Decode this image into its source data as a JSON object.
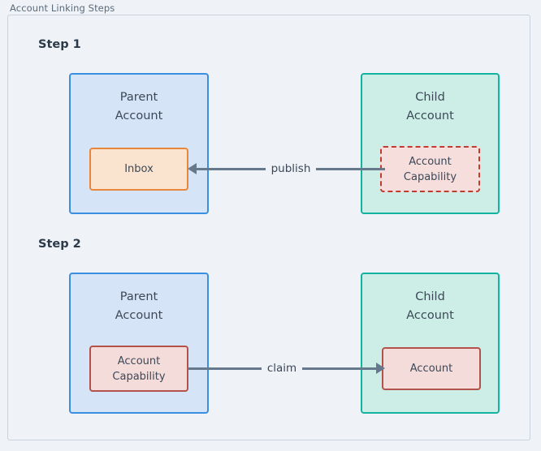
{
  "diagram": {
    "title": "Account Linking Steps",
    "background_color": "#eff2f6",
    "frame_color": "#c9d3dd",
    "steps": [
      {
        "label": "Step 1",
        "parent": {
          "title": "Parent\nAccount",
          "fill": "#d6e4f7",
          "stroke": "#3b8fe0",
          "inner": {
            "label": "Inbox",
            "fill": "#fae4cf",
            "stroke": "#e8873c",
            "stroke_style": "solid"
          }
        },
        "child": {
          "title": "Child\nAccount",
          "fill": "#cdeee7",
          "stroke": "#12b3a0",
          "inner": {
            "label": "Account\nCapability",
            "fill": "#f6dedc",
            "stroke": "#bf3c30",
            "stroke_style": "dashed"
          }
        },
        "edge": {
          "label": "publish",
          "direction": "right-to-left",
          "color": "#66788c"
        }
      },
      {
        "label": "Step 2",
        "parent": {
          "title": "Parent\nAccount",
          "fill": "#d6e4f7",
          "stroke": "#3b8fe0",
          "inner": {
            "label": "Account\nCapability",
            "fill": "#f4dcda",
            "stroke": "#b3514b",
            "stroke_style": "solid"
          }
        },
        "child": {
          "title": "Child\nAccount",
          "fill": "#cdeee7",
          "stroke": "#12b3a0",
          "inner": {
            "label": "Account",
            "fill": "#f4dcda",
            "stroke": "#b3514b",
            "stroke_style": "solid"
          }
        },
        "edge": {
          "label": "claim",
          "direction": "left-to-right",
          "color": "#66788c"
        }
      }
    ]
  }
}
